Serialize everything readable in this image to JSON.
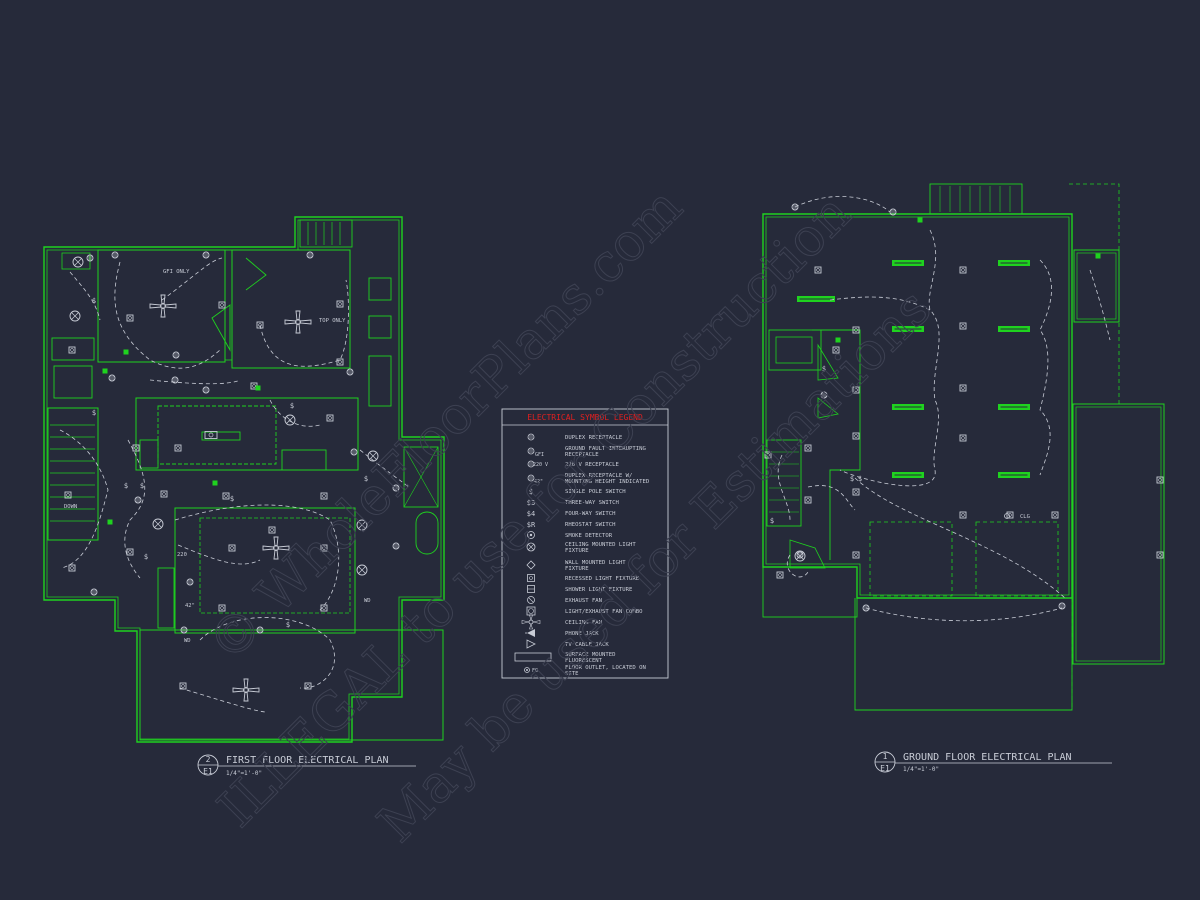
{
  "first_floor": {
    "title_number": "2",
    "title_sheet": "E1",
    "title": "FIRST FLOOR ELECTRICAL PLAN",
    "scale": "1/4\"=1'-0\"",
    "notes": {
      "gfi_only": "GFI ONLY",
      "top_only": "TOP ONLY",
      "down": "DOWN",
      "v220": "220",
      "h42": "42\"",
      "wd": "WD"
    }
  },
  "ground_floor": {
    "title_number": "1",
    "title_sheet": "E1",
    "title": "GROUND FLOOR ELECTRICAL PLAN",
    "scale": "1/4\"=1'-0\"",
    "notes": {
      "clg": "CLG"
    }
  },
  "legend": {
    "title": "ELECTRICAL SYMBOL LEGEND",
    "items": [
      "DUPLEX RECEPTACLE",
      "GROUND FAULT INTERUPTING RECEPTACLE",
      "220 V RECEPTACLE",
      "DUPLEX RECEPTACLE W/ MOUNTING HEIGHT INDICATED",
      "SINGLE POLE SWITCH",
      "THREE-WAY SWITCH",
      "FOUR-WAY SWITCH",
      "RHEOSTAT SWITCH",
      "SMOKE DETECTOR",
      "CEILING MOUNTED LIGHT FIXTURE",
      "WALL MOUNTED LIGHT FIXTURE",
      "RECESSED LIGHT FIXTURE",
      "SHOWER LIGHT FIXTURE",
      "EXHAUST FAN",
      "LIGHT/EXHAUST FAN COMBO",
      "CEILING FAN",
      "PHONE JACK",
      "TV CABLE JACK",
      "SURFACE MOUNTED FLUORESCENT",
      "FLOOR OUTLET, LOCATED ON SITE"
    ],
    "symbol_labels": {
      "gfi": "GFI",
      "v220": "220 V",
      "h42": "42\"",
      "fo": "FO"
    }
  },
  "watermark": [
    "© WholeFloorPlans.com",
    "ILLEGAL to use for Construction",
    "May be used for Estimations"
  ],
  "colors": {
    "background": "#262a3a",
    "wall": "#1fd21f",
    "circuit": "#c8ccd6",
    "legend_title": "#e02020",
    "text": "#c8ccd6"
  }
}
